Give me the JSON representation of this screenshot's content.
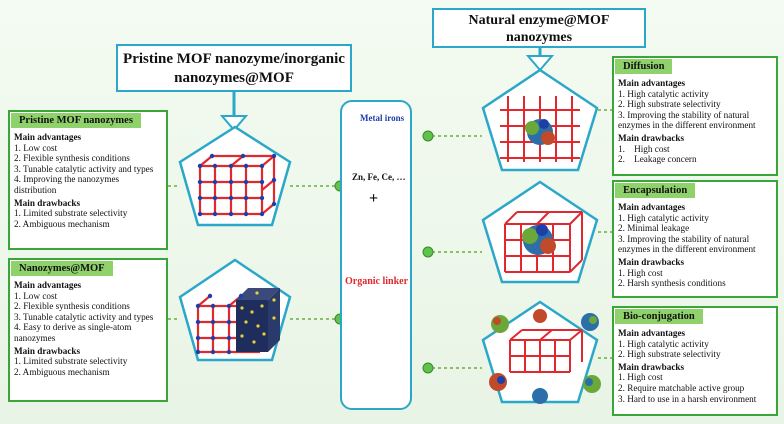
{
  "left_callout": {
    "line1": "Pristine MOF nanozyme/inorganic",
    "line2": "nanozymes@MOF"
  },
  "right_callout": {
    "line1": "Natural enzyme@MOF",
    "line2": "nanozymes"
  },
  "center": {
    "metal_label": "Metal irons",
    "metals": "Zn, Fe, Ce, …",
    "plus": "+",
    "linker_label": "Organic linker"
  },
  "pristine": {
    "title": "Pristine MOF  nanozymes",
    "adv_head": "Main advantages",
    "advantages": [
      "1. Low cost",
      "2. Flexible synthesis conditions",
      "3. Tunable catalytic activity and types",
      "4. Improving the nanozymes",
      "distribution"
    ],
    "draw_head": "Main drawbacks",
    "drawbacks": [
      "1. Limited substrate selectivity",
      "2. Ambiguous mechanism"
    ]
  },
  "nanozymes_mof": {
    "title": "Nanozymes@MOF",
    "adv_head": "Main advantages",
    "advantages": [
      "1. Low cost",
      "2. Flexible synthesis conditions",
      "3. Tunable catalytic activity and types",
      "4. Easy to derive as single-atom",
      "nanozymes"
    ],
    "draw_head": "Main drawbacks",
    "drawbacks": [
      "1. Limited substrate selectivity",
      "2. Ambiguous mechanism"
    ]
  },
  "diffusion": {
    "title": "Diffusion",
    "adv_head": "Main advantages",
    "advantages": [
      "1. High catalytic activity",
      "2. High substrate selectivity",
      "3. Improving the stability of natural",
      "enzymes in the different environment"
    ],
    "draw_head": "Main drawbacks",
    "drawbacks": [
      "1.    High cost",
      "2.    Leakage concern"
    ]
  },
  "encapsulation": {
    "title": "Encapsulation",
    "adv_head": "Main advantages",
    "advantages": [
      "1. High catalytic activity",
      "2. Minimal leakage",
      "3. Improving the stability of natural",
      "enzymes in the different environment"
    ],
    "draw_head": "Main drawbacks",
    "drawbacks": [
      "1. High cost",
      "2. Harsh synthesis conditions"
    ]
  },
  "bioconj": {
    "title": "Bio-conjugation",
    "adv_head": "Main advantages",
    "advantages": [
      "1. High catalytic activity",
      "2. High substrate selectivity"
    ],
    "draw_head": "Main drawbacks",
    "drawbacks": [
      "1. High cost",
      "2. Require matchable active group",
      "3. Hard to use in a harsh environment"
    ]
  },
  "colors": {
    "green_border": "#3aa63a",
    "header_green": "#8fd16a",
    "blue_border": "#2aa7c9",
    "lattice_red": "#e0282e",
    "node_blue": "#1d3fa8",
    "linker_red": "#e0282e"
  }
}
